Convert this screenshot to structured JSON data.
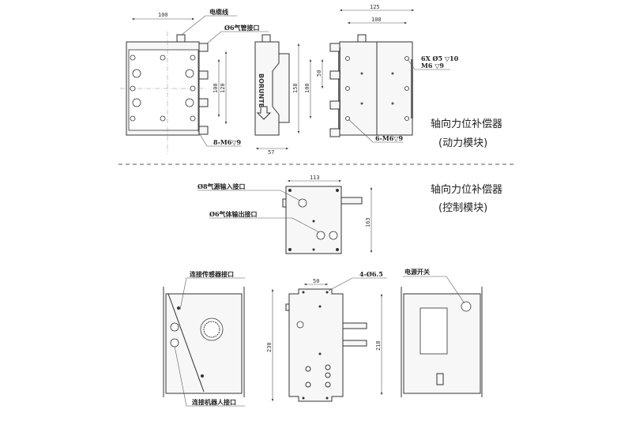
{
  "power_module": {
    "title": "轴向力位补偿器",
    "subtitle": "(动力模块)",
    "front_view": {
      "cable_label": "电缆线",
      "air_port_label": "Ø6气管接口",
      "width_dim": "100",
      "inner_dim": "100",
      "outer_dim": "120",
      "holes_label": "8-M6▽9"
    },
    "side_view": {
      "brand": "BORUNTE",
      "height_dim": "158",
      "depth_dim": "57"
    },
    "back_view": {
      "outer_width_dim": "125",
      "inner_width_dim": "100",
      "pitch_dim": "50",
      "span_dim": "100",
      "holes_label_1": "6X Ø5 ▽10",
      "holes_label_2": "M6 ▽9",
      "holes_label_3": "6-M6▽9"
    }
  },
  "control_module": {
    "title": "轴向力位补偿器",
    "subtitle": "(控制模块)",
    "top_view": {
      "air_in_label": "Ø8气源输入接口",
      "air_out_label": "Ø6气体输出接口",
      "width_dim": "113",
      "height_dim": "163"
    },
    "left_view": {
      "sensor_port_label": "连接传感器接口",
      "robot_port_label": "连接机器人接口"
    },
    "mid_view": {
      "pitch_dim": "50",
      "holes_label": "4-Ø6.5",
      "height_dim": "230",
      "inner_height_dim": "218"
    },
    "right_view": {
      "power_switch_label": "电源开关"
    }
  }
}
